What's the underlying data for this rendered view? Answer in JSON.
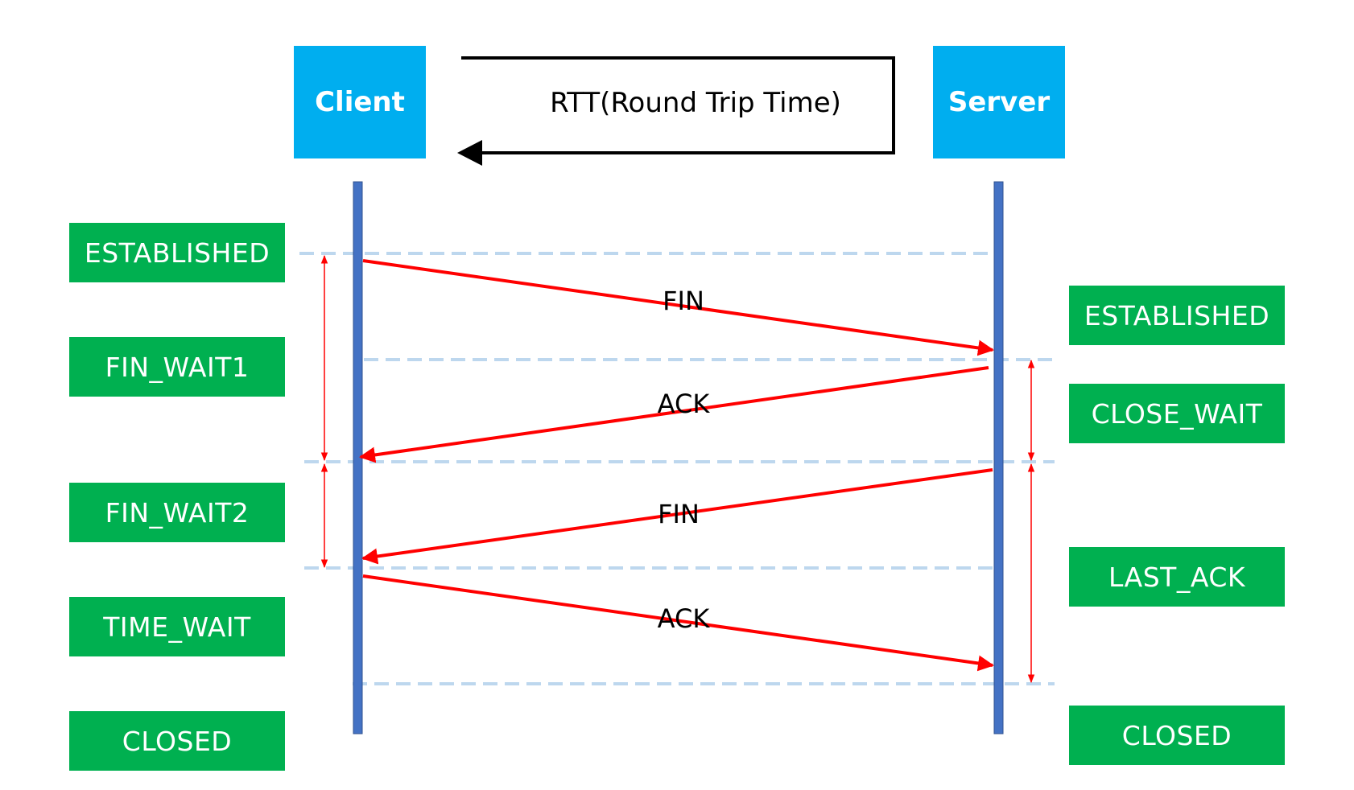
{
  "headers": {
    "client": "Client",
    "server": "Server"
  },
  "rtt_label": "RTT(Round Trip Time)",
  "client_states": [
    "ESTABLISHED",
    "FIN_WAIT1",
    "FIN_WAIT2",
    "TIME_WAIT",
    "CLOSED"
  ],
  "server_states": [
    "ESTABLISHED",
    "CLOSE_WAIT",
    "LAST_ACK",
    "CLOSED"
  ],
  "messages": [
    {
      "label": "FIN",
      "direction": "client-to-server"
    },
    {
      "label": "ACK",
      "direction": "server-to-client"
    },
    {
      "label": "FIN",
      "direction": "server-to-client"
    },
    {
      "label": "ACK",
      "direction": "client-to-server"
    }
  ],
  "colors": {
    "header": "#00aeef",
    "state": "#00b050",
    "timeline": "#4472c4",
    "message": "#ff0000",
    "guide": "#bdd7ee"
  }
}
